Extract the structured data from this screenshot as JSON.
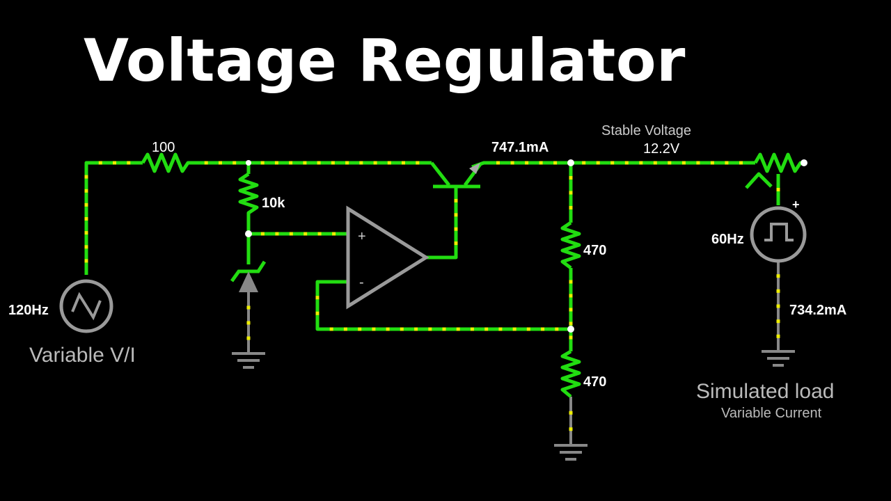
{
  "title": "Voltage Regulator",
  "labels": {
    "r_series": "100",
    "r_bias": "10k",
    "r_divider_top": "470",
    "r_divider_bottom": "470",
    "source_freq": "120Hz",
    "source_caption": "Variable V/I",
    "transistor_current": "747.1mA",
    "stable_voltage_title": "Stable Voltage",
    "stable_voltage_value": "12.2V",
    "load_freq": "60Hz",
    "load_current": "734.2mA",
    "load_caption": "Simulated load",
    "load_subcaption": "Variable Current",
    "opamp_plus": "+",
    "opamp_minus": "-",
    "load_plus": "+"
  },
  "colors": {
    "wire_active": "#22dd11",
    "wire_idle": "#888888",
    "current_dot": "#eeee00",
    "component": "#9a9a9a",
    "text": "#ffffff",
    "caption": "#bbbbbb"
  }
}
